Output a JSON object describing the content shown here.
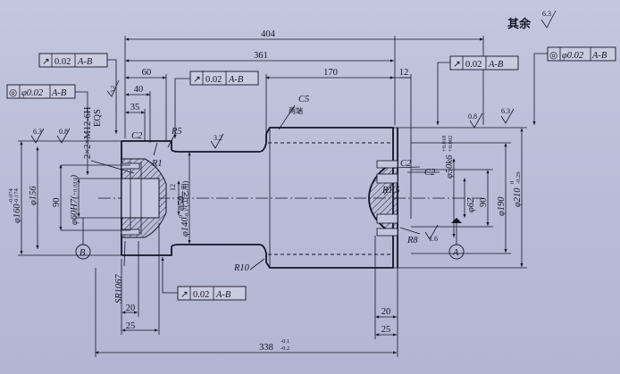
{
  "dimensions": {
    "d404": "404",
    "d361": "361",
    "d170": "170",
    "d60": "60",
    "d40": "40",
    "d35": "35",
    "d12": "12",
    "d12b": "12",
    "d90": "90",
    "d90b": "90",
    "d20": "20",
    "d20b": "20",
    "d25": "25",
    "d25b": "25",
    "d338": "338",
    "d338_upper": "-0.1",
    "d338_lower": "-0.2",
    "dia160": "φ160",
    "dia160_upper": "-0.074",
    "dia160_lower": "-0.174",
    "dia156": "φ156",
    "dia60h7": "φ60H7(",
    "dia60h7_tol": "+0.03",
    "dia60h7_tol2": "0",
    "dia60h7_end": ")",
    "dia50": "φ50",
    "dia140": "φ140",
    "dia140_upper": "0",
    "dia140_lower": "-0.1",
    "dia140_note": "(工艺用)",
    "dia50k6": "φ50k6",
    "dia50k6_upper": "+0.018",
    "dia50k6_lower": "+0.002",
    "dia62": "φ62",
    "dia190": "φ190",
    "dia210": "φ210",
    "dia210_upper": "0",
    "dia210_lower": "-0.29",
    "small12": "12"
  },
  "tolerances": {
    "runout_top_left": {
      "symbol": "↗",
      "value": "0.02",
      "datum": "A-B"
    },
    "runout_top_mid": {
      "symbol": "↗",
      "value": "0.02",
      "datum": "A-B"
    },
    "runout_top_right": {
      "symbol": "↗",
      "value": "0.02",
      "datum": "A-B"
    },
    "runout_bottom": {
      "symbol": "↗",
      "value": "0.02",
      "datum": "A-B"
    },
    "coax_left": {
      "symbol": "◎",
      "value": "φ0.02",
      "datum": "A-B"
    },
    "coax_right": {
      "symbol": "◎",
      "value": "φ0.02",
      "datum": "A-B"
    }
  },
  "roughness": {
    "r32a": "3.2",
    "r32b": "3.2",
    "r63a": "6.3",
    "r08a": "0.8",
    "r08b": "0.8",
    "r63b": "6.3",
    "r16": "1.6",
    "rest": "6.3"
  },
  "notes": {
    "rest_label": "其余",
    "thread": "2×2×M12-6H",
    "thread_eqs": "EQS",
    "c5": "C5",
    "c5_note": "两端",
    "c2_left": "C2",
    "c2_right_a": "C2",
    "c2_right_b": "C2",
    "r5": "R5",
    "r1": "R1",
    "r1_5": "R1.5",
    "r10": "R10",
    "r8": "R8",
    "sr": "SR1067"
  },
  "datums": {
    "a": "A",
    "b": "B"
  }
}
